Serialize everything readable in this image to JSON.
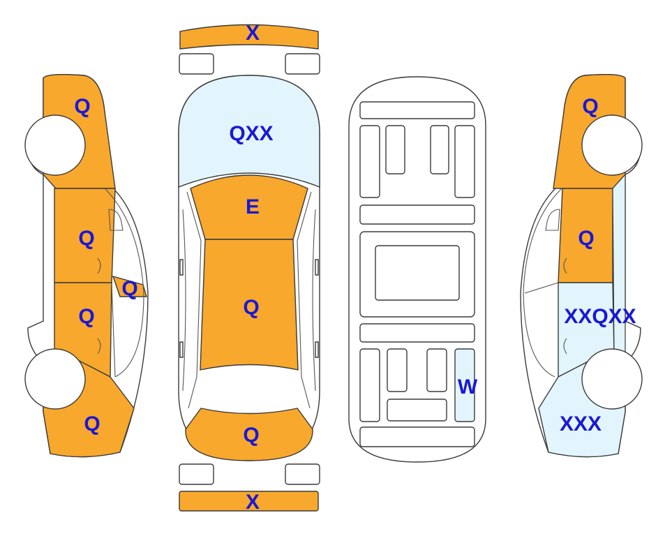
{
  "colors": {
    "damaged": "#F8A82C",
    "secondary": "#E2F5FC",
    "base": "#FFFFFF",
    "label": "#1A18D6"
  },
  "labels": {
    "front_bumper": "X",
    "rear_bumper": "X",
    "hood": "QXX",
    "windshield": "E",
    "roof": "Q",
    "trunk": "Q",
    "left_front_fender": "Q",
    "left_front_door": "Q",
    "left_mirror": "Q",
    "left_rear_door": "Q",
    "left_rear_quarter": "Q",
    "right_front_fender": "Q",
    "right_front_door": "Q",
    "right_rear_door": "XXQXX",
    "right_rear_quarter": "XXX",
    "floor_panel": "W"
  }
}
